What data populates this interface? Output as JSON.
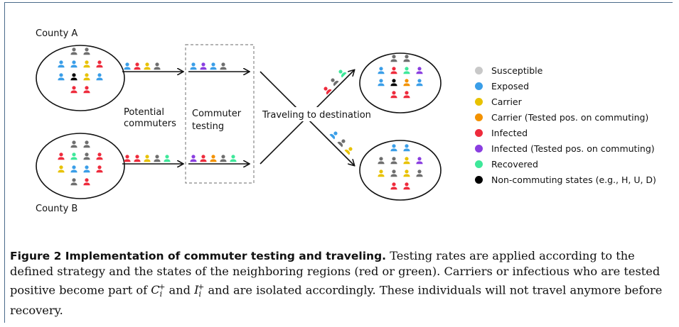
{
  "diagram": {
    "labels": {
      "county_a": "County A",
      "county_b": "County B",
      "potential_commuters": [
        "Potential",
        "commuters"
      ],
      "commuter_testing": [
        "Commuter",
        "testing"
      ],
      "traveling": "Traveling to destination"
    }
  },
  "legend": [
    {
      "label": "Susceptible",
      "color": "#c8c8c8"
    },
    {
      "label": "Exposed",
      "color": "#3a9ee8"
    },
    {
      "label": "Carrier",
      "color": "#e8c200"
    },
    {
      "label": "Carrier (Tested pos. on commuting)",
      "color": "#f39200"
    },
    {
      "label": "Infected",
      "color": "#ee2b3c"
    },
    {
      "label": "Infected (Tested pos. on commuting)",
      "color": "#8a3ee0"
    },
    {
      "label": "Recovered",
      "color": "#3ee89a"
    },
    {
      "label": "Non-commuting states (e.g., H, U, D)",
      "color": "#000000"
    }
  ],
  "person_colors": {
    "susceptible": "#6e6e6e",
    "exposed": "#3a9ee8",
    "carrier": "#e8c200",
    "carrier_tested": "#f39200",
    "infected": "#ee2b3c",
    "infected_tested": "#8a3ee0",
    "recovered": "#3ee89a",
    "non_commuting": "#000000"
  },
  "caption": {
    "title": "Figure 2 Implementation of commuter testing and traveling.",
    "text1": " Testing rates are applied according to the defined strategy and the states of the neighboring regions (red or green). Carriers or infectious who are tested positive become part of ",
    "c_sym": "C",
    "and": " and ",
    "i_sym": "I",
    "sub": "i",
    "sup": "+",
    "text2": " and are isolated accordingly. These individuals will not travel anymore before recovery."
  }
}
